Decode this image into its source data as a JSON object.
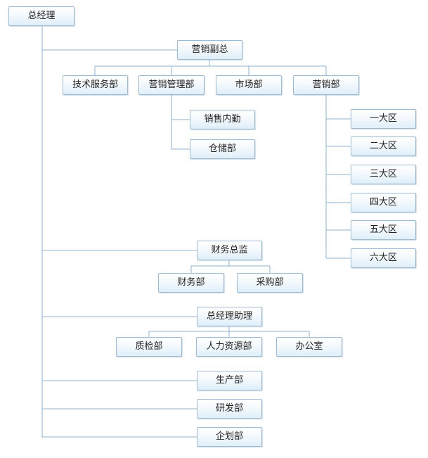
{
  "org_chart": {
    "gm": "总经理",
    "sales_vp": "营销副总",
    "tech_service": "技术服务部",
    "sales_mgmt": "营销管理部",
    "market": "市场部",
    "sales_dept": "营销部",
    "sales_support": "销售内勤",
    "warehouse": "仓储部",
    "regions": [
      "一大区",
      "二大区",
      "三大区",
      "四大区",
      "五大区",
      "六大区"
    ],
    "finance_director": "财务总监",
    "finance": "财务部",
    "purchasing": "采购部",
    "gm_assistant": "总经理助理",
    "qc": "质检部",
    "hr": "人力资源部",
    "office": "办公室",
    "production": "生产部",
    "rnd": "研发部",
    "planning": "企划部"
  }
}
